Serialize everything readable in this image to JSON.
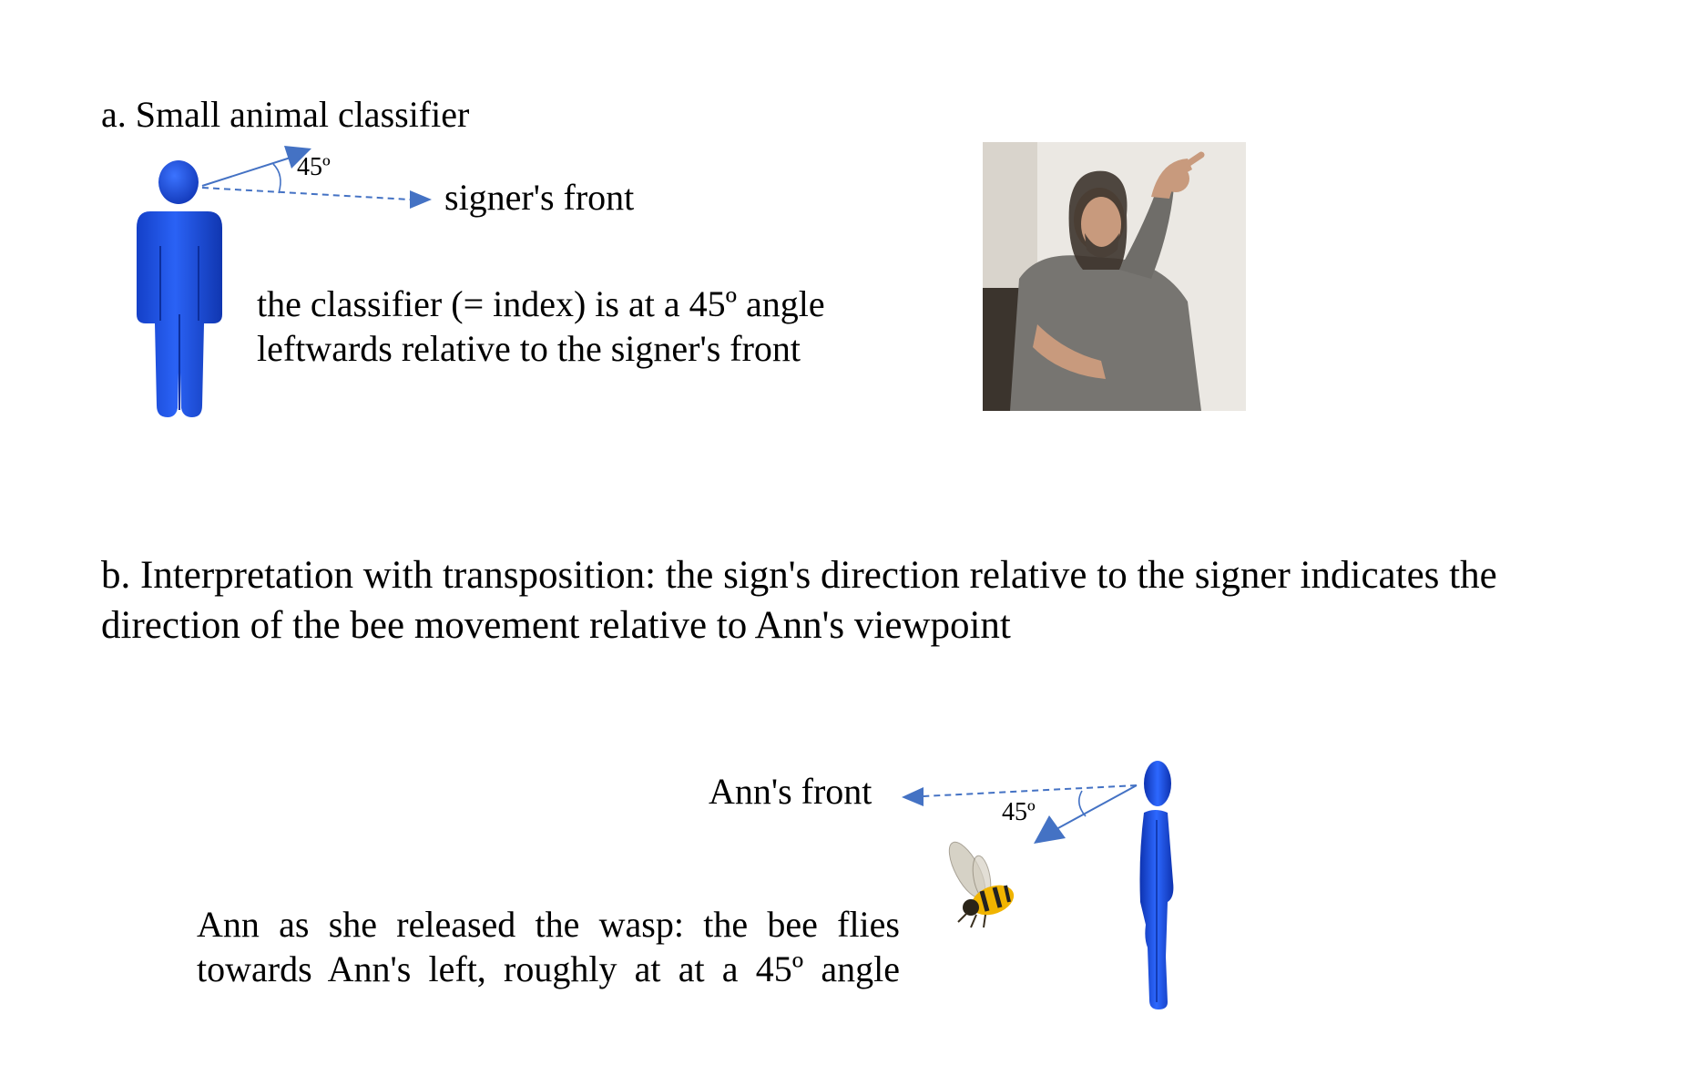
{
  "section_a": {
    "title": "a. Small animal classifier",
    "angle_label": "45º",
    "front_label": "signer's front",
    "description_lines": [
      "the classifier (= index) is at a 45º angle",
      "leftwards relative to the signer's front"
    ]
  },
  "section_b": {
    "title_lines": [
      "b. Interpretation with transposition: the sign's direction relative to the signer indicates the",
      "direction of the bee movement relative to Ann's viewpoint"
    ],
    "angle_label": "45º",
    "front_label": "Ann's front",
    "description_lines": [
      "Ann as she released the wasp: the bee flies",
      "towards Ann's left, roughly at at a 45º angle"
    ]
  },
  "colors": {
    "figure_blue": "#1a4fe0",
    "arrow_blue": "#4472c4"
  }
}
